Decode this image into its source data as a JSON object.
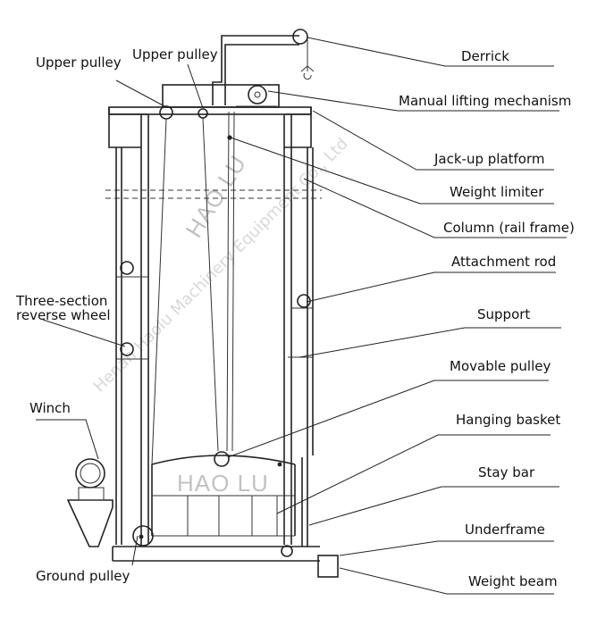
{
  "labels": {
    "derrick": "Derrick",
    "manual_lifting_mechanism": "Manual lifting mechanism",
    "jack_up_platform": "Jack-up platform",
    "weight_limiter": "Weight limiter",
    "column": "Column (rail frame)",
    "attachment_rod": "Attachment rod",
    "support": "Support",
    "movable_pulley": "Movable pulley",
    "hanging_basket": "Hanging basket",
    "stay_bar": "Stay bar",
    "underframe": "Underframe",
    "weight_beam": "Weight beam",
    "upper_pulley_left": "Upper pulley",
    "upper_pulley_right": "Upper pulley",
    "three_section_line1": "Three-section",
    "three_section_line2": "reverse wheel",
    "winch": "Winch",
    "ground_pulley": "Ground pulley"
  },
  "watermarks": {
    "brand_top": "HAO LU",
    "brand_center": "HAO LU",
    "company": "Henan Haolu Machinery Equipment Co., Ltd"
  },
  "colors": {
    "line": "#222222",
    "watermark": "#9a9a9a"
  }
}
